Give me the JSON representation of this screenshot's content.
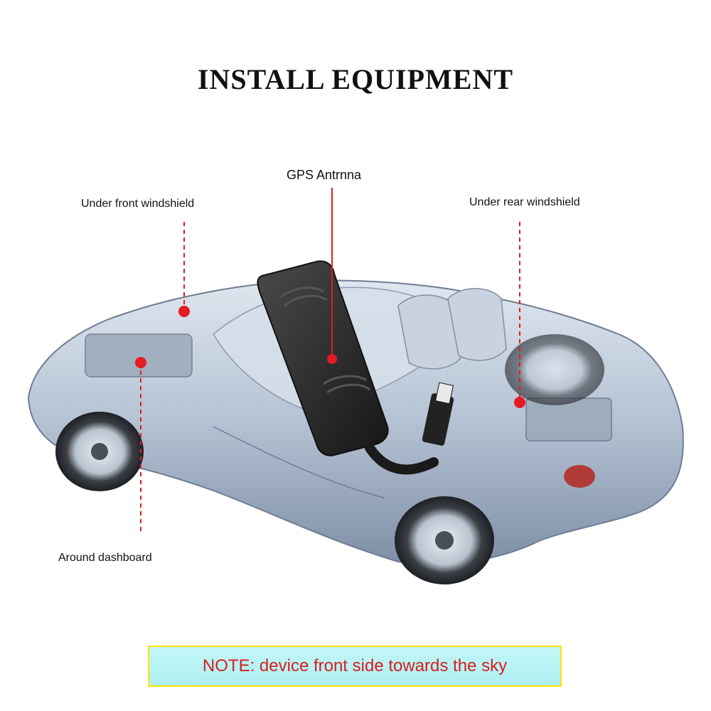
{
  "title": "INSTALL EQUIPMENT",
  "labels": {
    "gps_antenna": "GPS Antrnna",
    "front_windshield": "Under front windshield",
    "rear_windshield": "Under rear windshield",
    "dashboard": "Around dashboard"
  },
  "note": "NOTE: device front side towards the sky",
  "colors": {
    "marker": "#e31b23",
    "note_text": "#d91e1e",
    "note_bg": "#b4f1f3",
    "note_border": "#ffe600",
    "car_body": "#b9c6d6",
    "device": "#2a2a2a"
  }
}
